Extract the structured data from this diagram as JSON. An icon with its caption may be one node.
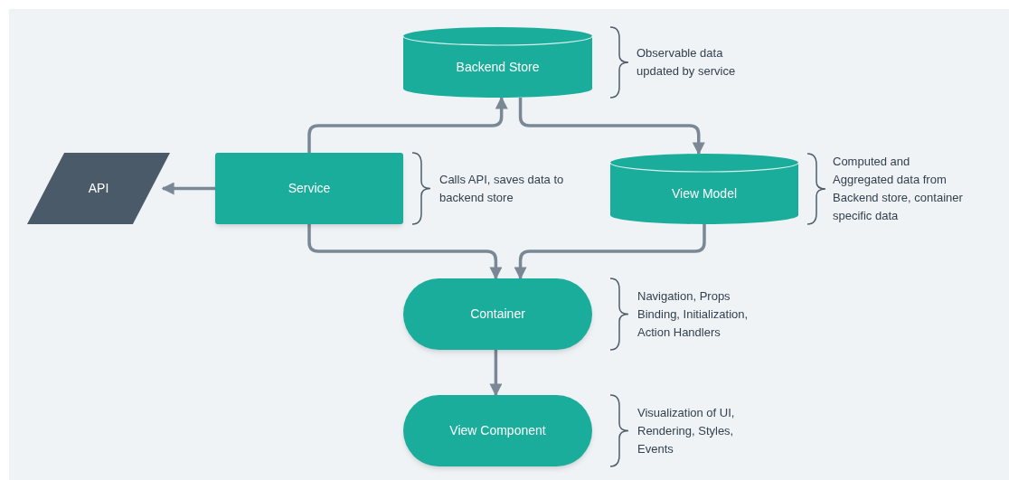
{
  "diagram": {
    "nodes": [
      {
        "text": [
          "Backend Store"
        ],
        "beside": [
          "Observable data updated by service"
        ]
      },
      {
        "text": [
          "API"
        ]
      },
      {
        "text": [
          "Service"
        ],
        "beside": [
          "Calls API, saves data to backend store"
        ]
      },
      {
        "text": [
          "View Model"
        ],
        "beside": [
          "Computed and Aggregated data from Backend store, container specific data"
        ]
      },
      {
        "text": [
          "Container"
        ],
        "beside": [
          "Navigation, Props Binding, Initialization, Action Handlers"
        ]
      },
      {
        "text": [
          "View Component"
        ],
        "beside": [
          "Visualization of UI, Rendering, Styles, Events"
        ]
      }
    ],
    "edges": [
      {
        "from": 2,
        "to": 0,
        "arrow": "to"
      },
      {
        "from": 0,
        "to": 3,
        "arrow": "to"
      },
      {
        "from": 2,
        "to": 1,
        "arrow": "to"
      },
      {
        "from": 2,
        "to": 4,
        "arrow": "to"
      },
      {
        "from": 3,
        "to": 4,
        "arrow": "to"
      },
      {
        "from": 4,
        "to": 5,
        "arrow": "to"
      }
    ]
  }
}
